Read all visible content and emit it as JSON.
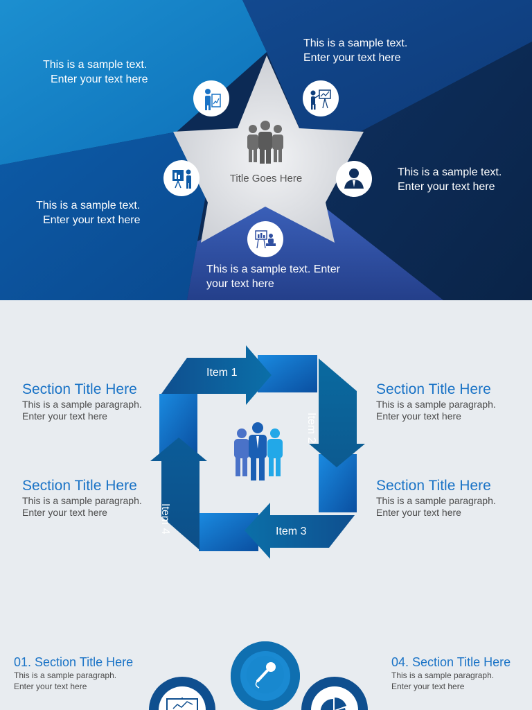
{
  "colors": {
    "accent": "#1a73c6",
    "dark_navy": "#0f2f5c",
    "light_bg": "#e8ecf0"
  },
  "slide1": {
    "title": "Title Goes Here",
    "texts": [
      {
        "line1": "This is a sample text.",
        "line2": "Enter your text here"
      },
      {
        "line1": "This is a sample text.",
        "line2": "Enter your text here"
      },
      {
        "line1": "This is a sample text.",
        "line2": "Enter your text here"
      },
      {
        "line1": "This is a sample text.",
        "line2": "Enter your text here"
      },
      {
        "line1": "This is a sample text. Enter",
        "line2": "your text here"
      }
    ],
    "icons": [
      "presenter-chart-icon",
      "presenter-board-icon",
      "businessman-icon",
      "training-board-icon",
      "meeting-presentation-icon",
      "team-icon"
    ]
  },
  "slide2": {
    "items": [
      "Item 1",
      "Item 2",
      "Item 3",
      "Item 4"
    ],
    "sections": [
      {
        "title": "Section Title Here",
        "p1": "This is a sample paragraph.",
        "p2": "Enter your text here"
      },
      {
        "title": "Section Title Here",
        "p1": "This is a sample paragraph.",
        "p2": "Enter your text here"
      },
      {
        "title": "Section Title Here",
        "p1": "This is a sample paragraph.",
        "p2": "Enter your text here"
      },
      {
        "title": "Section Title Here",
        "p1": "This is a sample paragraph.",
        "p2": "Enter your text here"
      }
    ]
  },
  "slide3": {
    "sections": [
      {
        "title": "01. Section Title Here",
        "p1": "This is a sample paragraph.",
        "p2": "Enter your text here"
      },
      {
        "title": "04. Section Title Here",
        "p1": "This is a sample paragraph.",
        "p2": "Enter your text here"
      }
    ],
    "icons": [
      "microphone-icon",
      "board-icon",
      "pie-chart-icon"
    ]
  }
}
